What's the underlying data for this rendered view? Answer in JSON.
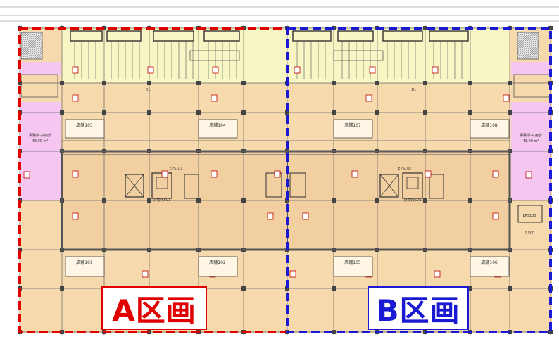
{
  "zones": {
    "a": {
      "label": "A区画",
      "color": "#e00000"
    },
    "b": {
      "label": "B区画",
      "color": "#1a1ad2"
    }
  },
  "colors": {
    "shop_fill": "#f6d9ac",
    "storage_fill": "#f8f6c4",
    "office_fill": "#f5c6f0",
    "grid_line": "#666666"
  },
  "plan_labels": {
    "shop_103": "店舗103",
    "shop_104": "店舗104",
    "shop_107": "店舗107",
    "shop_108": "店舗108",
    "shop_101": "店舗101",
    "shop_102": "店舗102",
    "shop_105": "店舗105",
    "shop_106": "店舗106",
    "office_left": "事務所-共用部",
    "office_right": "事務所-共用部",
    "office_area_left": "43.00 m²",
    "office_area_right": "43.00 m²",
    "eps_101": "EPS101",
    "eps_102": "EPS102",
    "eps_103": "EPS103",
    "ev1": "荷物用EV1",
    "ev2": "荷物用EV2",
    "dl_1": "DL",
    "dl_2": "DL",
    "dim_6500": "6,500"
  }
}
